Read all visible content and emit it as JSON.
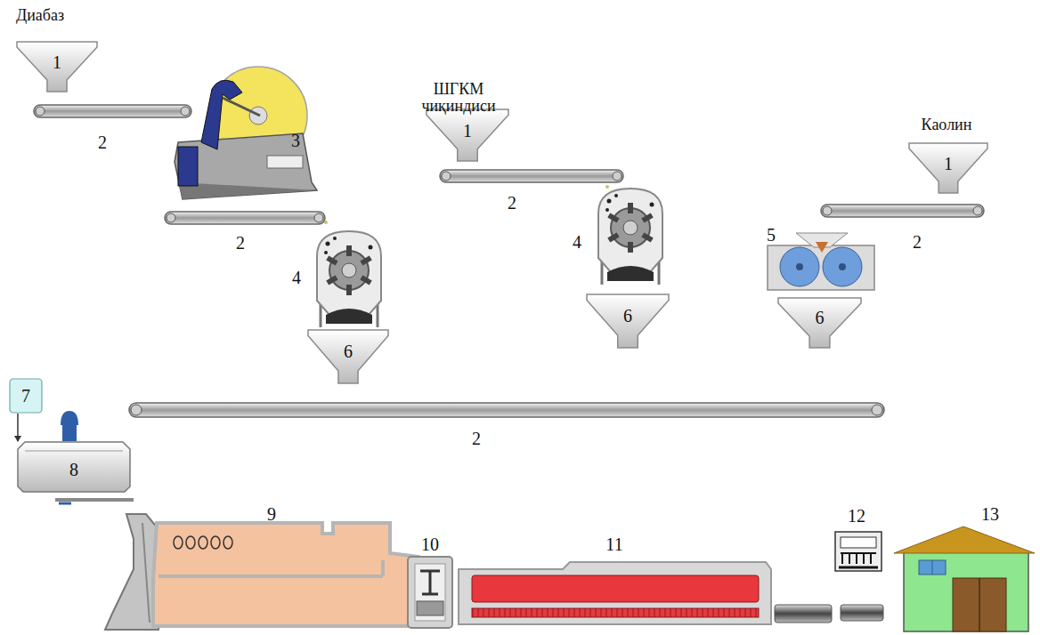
{
  "diagram": {
    "nodes": [
      {
        "text": [
          "1"
        ]
      },
      {
        "text": [
          "1"
        ]
      },
      {
        "text": [
          "1"
        ]
      },
      {
        "text": [
          "6"
        ]
      },
      {
        "text": [
          "6"
        ]
      },
      {
        "text": [
          "6"
        ]
      },
      {
        "text": [
          "7"
        ]
      },
      {
        "text": [
          "8"
        ]
      }
    ],
    "labels": [
      "Диабаз",
      "2",
      "3",
      "2",
      "4",
      "ШГКМ чиқиндиси",
      "2",
      "4",
      "Каолин",
      "2",
      "5",
      "2",
      "9",
      "10",
      "11",
      "12",
      "13"
    ]
  }
}
